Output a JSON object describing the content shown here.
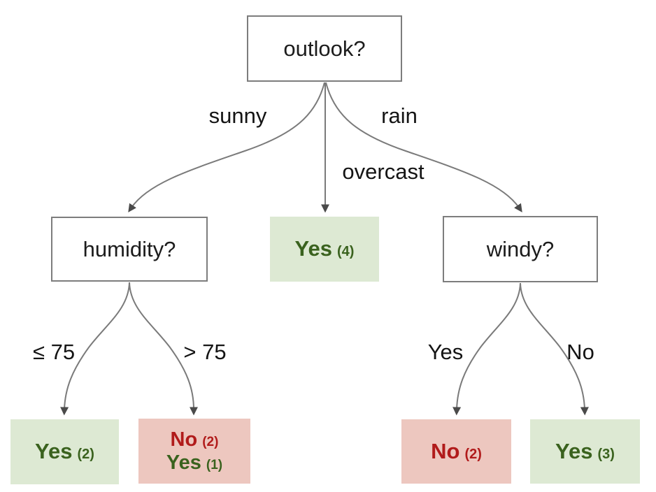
{
  "tree": {
    "root_label": "outlook?",
    "humidity_label": "humidity?",
    "windy_label": "windy?",
    "edge_labels": {
      "sunny": "sunny",
      "overcast": "overcast",
      "rain": "rain",
      "hum_left": "≤ 75",
      "hum_right": "> 75",
      "windy_left": "Yes",
      "windy_right": "No"
    },
    "leaves": {
      "overcast": {
        "value": "Yes",
        "count": "(4)"
      },
      "hum_left": {
        "value": "Yes",
        "count": "(2)"
      },
      "hum_right": {
        "line1": {
          "value": "No",
          "count": "(2)"
        },
        "line2": {
          "value": "Yes",
          "count": "(1)"
        }
      },
      "windy_left": {
        "value": "No",
        "count": "(2)"
      },
      "windy_right": {
        "value": "Yes",
        "count": "(3)"
      }
    },
    "colors": {
      "leaf_positive_bg": "#dde9d3",
      "leaf_negative_bg": "#edc7bf",
      "text_positive": "#3a621e",
      "text_negative": "#b11b1b",
      "edge_line": "#7a7a7a",
      "node_border": "#7d7d7d",
      "arrowhead": "#4a4a4a"
    }
  }
}
